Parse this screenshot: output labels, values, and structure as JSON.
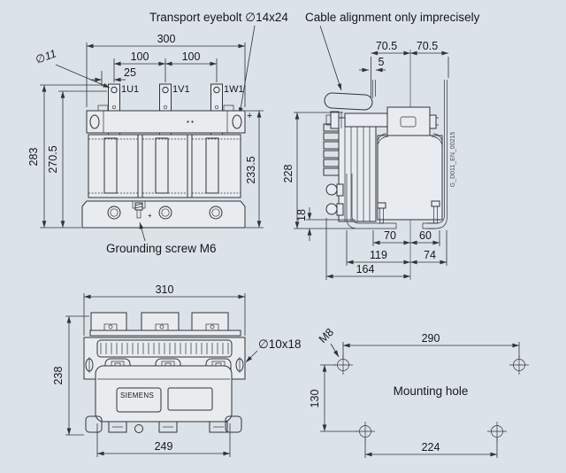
{
  "colors": {
    "background": "#dce3e8",
    "line": "#2f3438",
    "text": "#15181a"
  },
  "labels": {
    "transport_eyebolt": "Transport eyebolt ∅14x24",
    "cable_alignment": "Cable alignment only imprecisely",
    "grounding_screw": "Grounding screw M6",
    "mounting_hole": "Mounting hole",
    "brand": "SIEMENS",
    "drawing_id": "G_D011_EN_00215"
  },
  "front_view": {
    "terminals": [
      "1U1",
      "1V1",
      "1W1"
    ],
    "plus_marker": "+",
    "dim_width_total": "300",
    "dim_pitch_1": "100",
    "dim_pitch_2": "100",
    "dim_terminal_offset": "25",
    "dim_hole": "∅11",
    "dim_height_total": "283",
    "dim_height_hole": "270.5",
    "dim_height_body": "233.5"
  },
  "side_view": {
    "dim_cable_left": "70.5",
    "dim_cable_right": "70.5",
    "dim_cable_tol": "5",
    "dim_height": "228",
    "dim_base_height": "18",
    "dim_foot_left": "70",
    "dim_foot_right": "60",
    "dim_depth_left": "119",
    "dim_depth_right": "74",
    "dim_depth_total": "164"
  },
  "top_view": {
    "dim_width_total": "310",
    "dim_depth": "238",
    "dim_body_width": "249",
    "dim_slot": "∅10x18"
  },
  "mounting_view": {
    "thread": "M8",
    "dim_width_top": "290",
    "dim_height": "130",
    "dim_width_bottom": "224"
  }
}
